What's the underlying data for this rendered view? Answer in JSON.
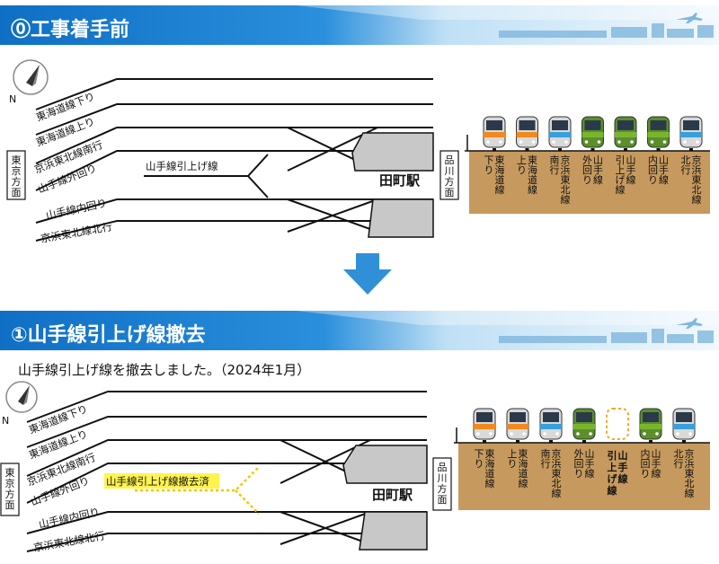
{
  "colors": {
    "banner_dark": "#1a7fd1",
    "banner_light": "#e8f3fb",
    "arrow": "#2f90d8",
    "ground": "#c69a5e",
    "platform": "#c8c8c8",
    "yamanote": "#7ab530",
    "keihin": "#36a0dc",
    "tokaido": "#f08a1e",
    "removed": "#f5a623",
    "highlight": "#fff44f"
  },
  "step0": {
    "title": "⓪工事着手前",
    "compass_n": "N",
    "track_labels": [
      "東海道線下り",
      "東海道線上り",
      "京浜東北線南行",
      "山手線外回り",
      "山手線内回り",
      "京浜東北線北行"
    ],
    "siding_label": "山手線引上げ線",
    "tokyo_side": "東京方面",
    "shinagawa_side": "品川方面",
    "station_name": "田町駅",
    "cross_section": [
      {
        "line1": "東海道線",
        "line2": "下り",
        "train": "tokaido"
      },
      {
        "line1": "東海道線",
        "line2": "上り",
        "train": "tokaido"
      },
      {
        "line1": "京浜東北線",
        "line2": "南行",
        "train": "keihin"
      },
      {
        "line1": "山手線",
        "line2": "外回り",
        "train": "yamanote"
      },
      {
        "line1": "山手線",
        "line2": "引上げ線",
        "train": "yamanote"
      },
      {
        "line1": "山手線",
        "line2": "内回り",
        "train": "yamanote"
      },
      {
        "line1": "京浜東北線",
        "line2": "北行",
        "train": "keihin"
      }
    ]
  },
  "step1": {
    "title": "①山手線引上げ線撤去",
    "notice": "山手線引上げ線を撤去しました。（2024年1月）",
    "compass_n": "N",
    "track_labels": [
      "東海道線下り",
      "東海道線上り",
      "京浜東北線南行",
      "山手線外回り",
      "山手線内回り",
      "京浜東北線北行"
    ],
    "siding_label": "山手線引上げ線撤去済",
    "tokyo_side": "東京方面",
    "shinagawa_side": "品川方面",
    "station_name": "田町駅",
    "removed_text": "山手線引上げ線",
    "cross_section": [
      {
        "line1": "東海道線",
        "line2": "下り",
        "train": "tokaido"
      },
      {
        "line1": "東海道線",
        "line2": "上り",
        "train": "tokaido"
      },
      {
        "line1": "京浜東北線",
        "line2": "南行",
        "train": "keihin"
      },
      {
        "line1": "山手線",
        "line2": "外回り",
        "train": "yamanote"
      },
      {
        "line1": "",
        "line2": "",
        "train": "removed"
      },
      {
        "line1": "山手線",
        "line2": "内回り",
        "train": "yamanote"
      },
      {
        "line1": "京浜東北線",
        "line2": "北行",
        "train": "keihin"
      }
    ]
  }
}
